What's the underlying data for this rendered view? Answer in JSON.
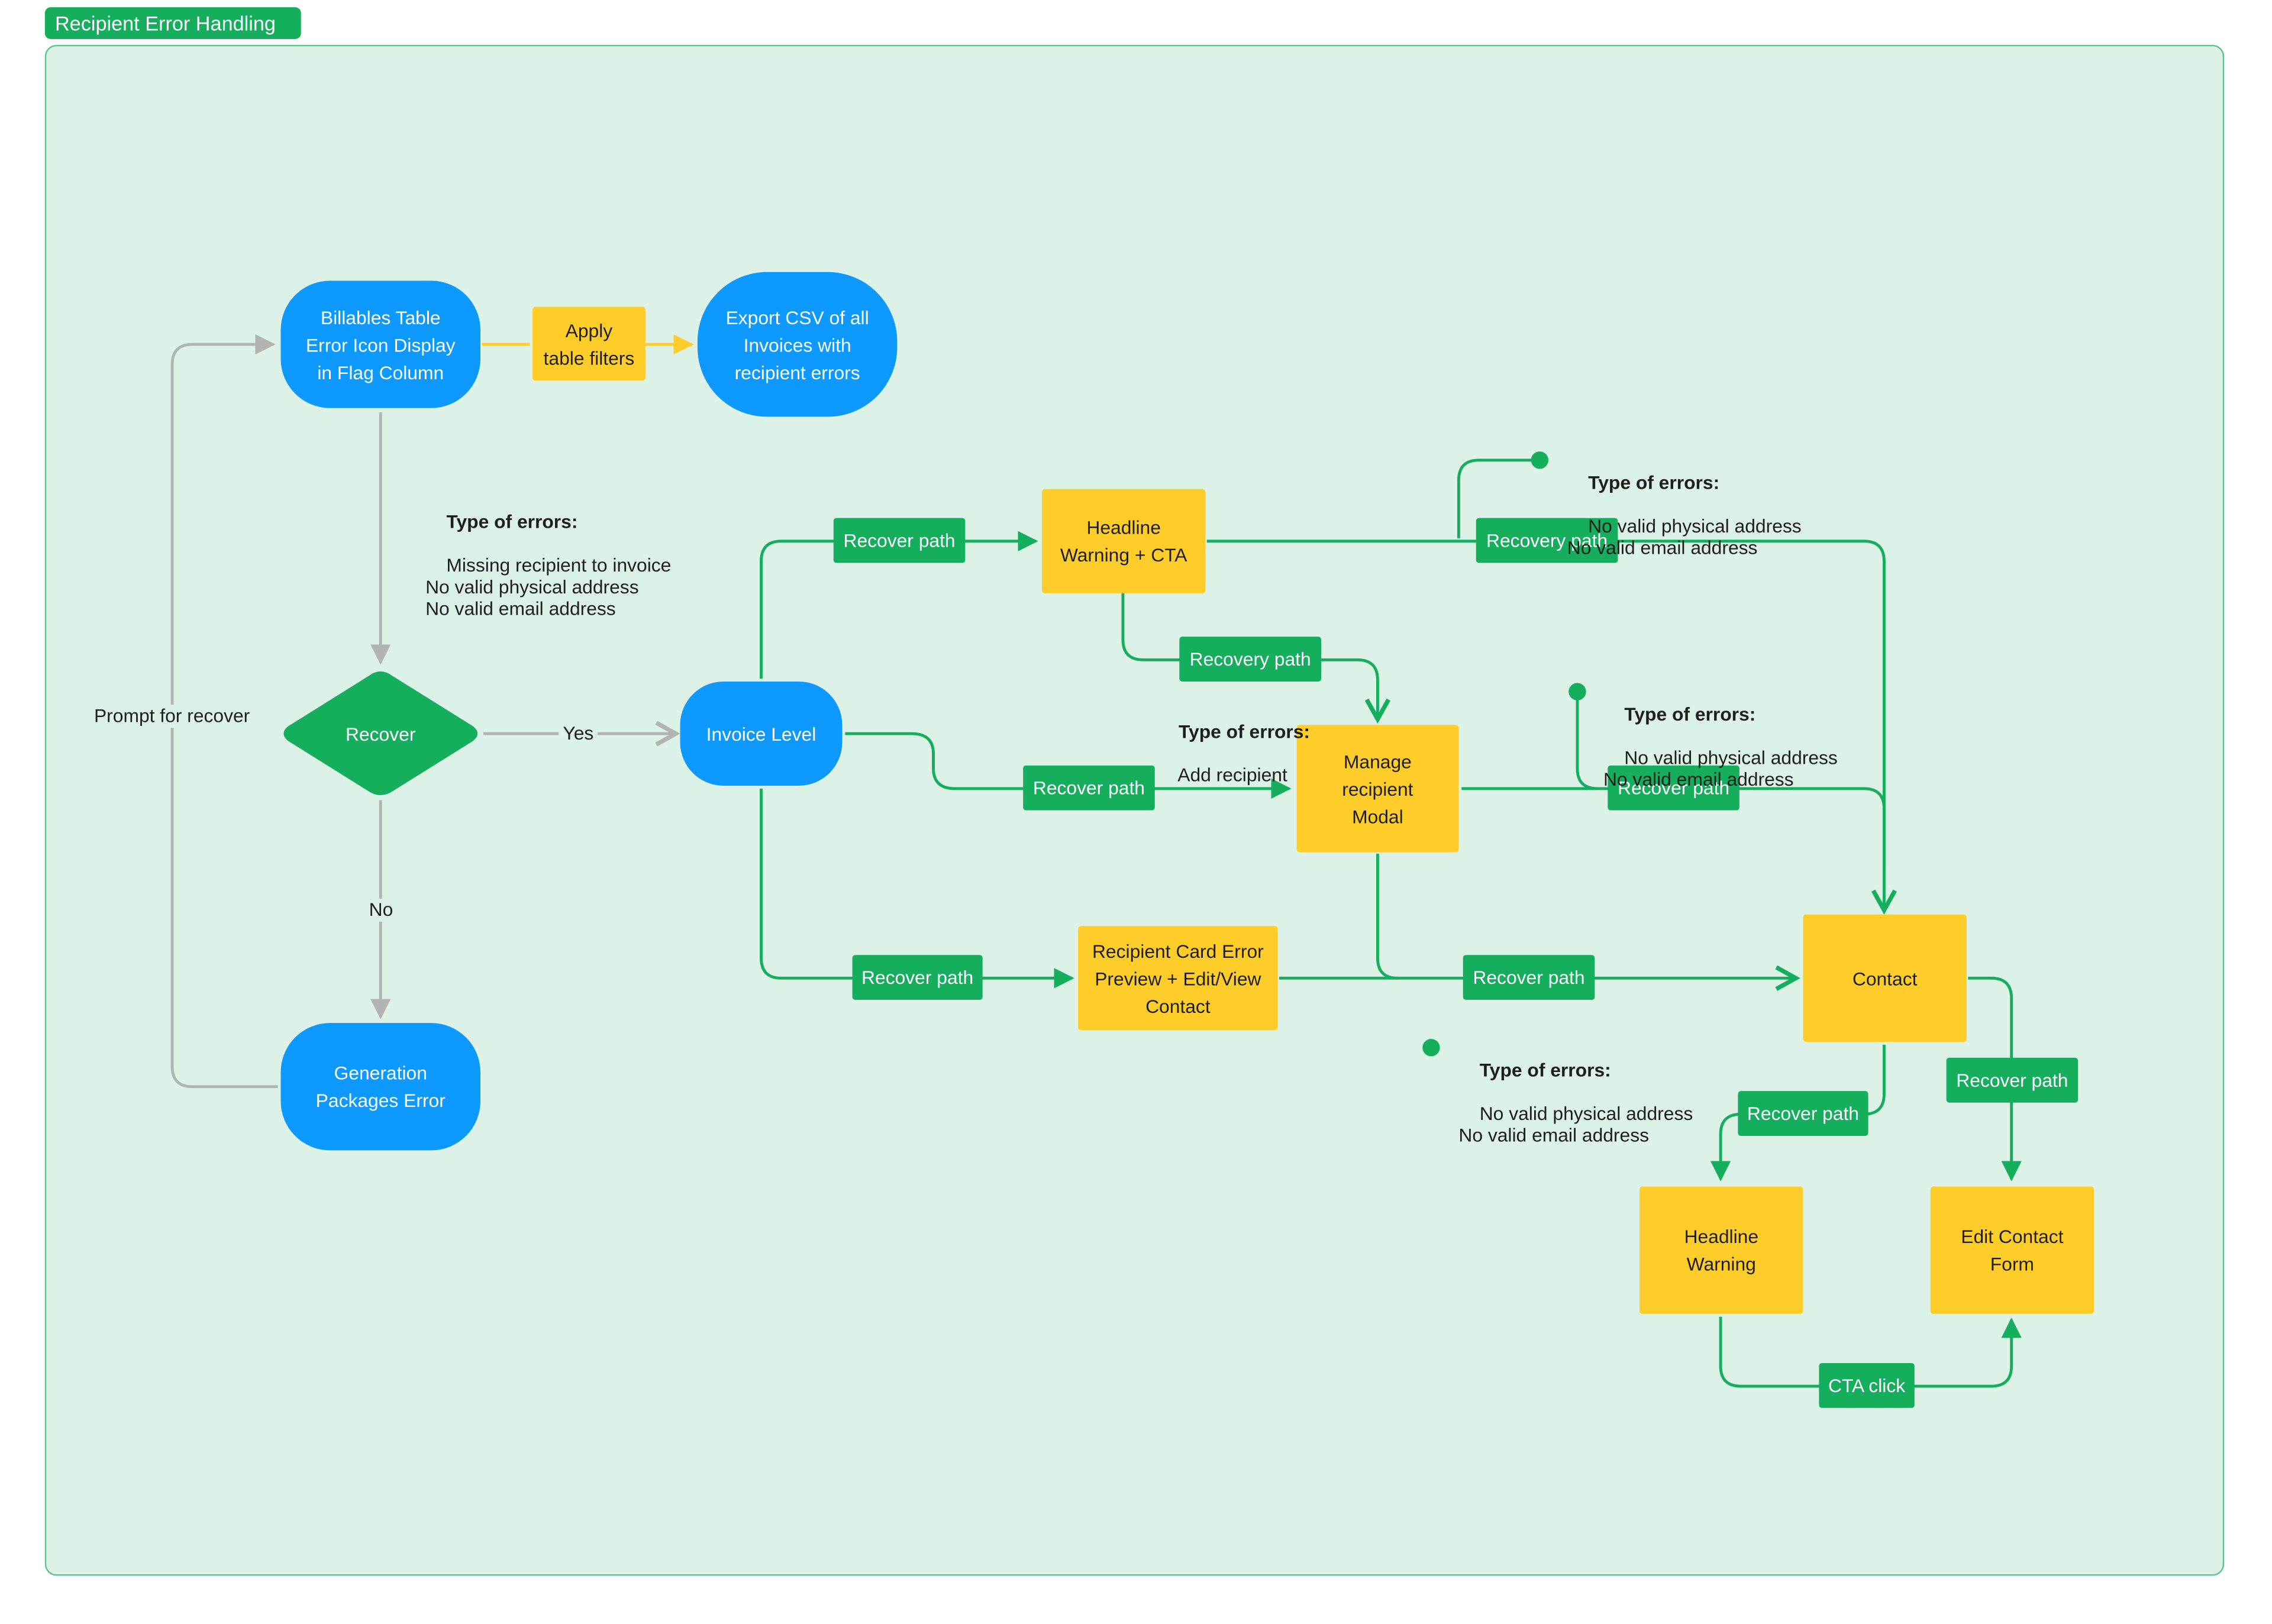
{
  "section": {
    "title": "Recipient Error Handling"
  },
  "nodes": {
    "billables_table": "Billables Table\nError Icon Display\nin Flag Column",
    "apply_filters": "Apply\ntable filters",
    "export_csv": "Export CSV of all\nInvoices with\nrecipient errors",
    "recover": "Recover",
    "generation_packages_error": "Generation\nPackages Error",
    "invoice_level": "Invoice Level",
    "headline_warning_cta": "Headline\nWarning + CTA",
    "manage_recipient_modal": "Manage\nrecipient\nModal",
    "recipient_card_error": "Recipient Card Error\nPreview + Edit/View\nContact",
    "contact": "Contact",
    "headline_warning": "Headline\nWarning",
    "edit_contact_form": "Edit Contact\nForm"
  },
  "edge_labels": {
    "prompt_for_recover": "Prompt for recover",
    "yes": "Yes",
    "no": "No",
    "recover_path_headline": "Recover path",
    "recover_path_modal": "Recover path",
    "recover_path_card": "Recover path",
    "recovery_path_headline_to_modal": "Recovery path",
    "recovery_path_headline_to_contact": "Recovery path",
    "recover_path_modal_to_contact": "Recover path",
    "recover_path_modal_down_to_contact": "Recover path",
    "recover_path_contact_to_warning": "Recover path",
    "recover_path_contact_to_form": "Recover path",
    "cta_click": "CTA click"
  },
  "notes": {
    "errors_main": {
      "heading": "Type of errors:",
      "body": "Missing recipient to invoice\nNo valid physical address\nNo valid email address"
    },
    "errors_modal": {
      "heading": "Type of errors:",
      "body": "Add recipient"
    },
    "errors_top_right": {
      "heading": "Type of errors:",
      "body": "No valid physical address\nNo valid email address"
    },
    "errors_mid_right": {
      "heading": "Type of errors:",
      "body": "No valid physical address\nNo valid email address"
    },
    "errors_bottom": {
      "heading": "Type of errors:",
      "body": "No valid physical address\nNo valid email address"
    }
  },
  "colors": {
    "section_bg": "#dcf2e6",
    "green": "#14ae5c",
    "blue": "#0d99ff",
    "yellow": "#ffcd29",
    "gray_connector": "#b3b3b3"
  }
}
